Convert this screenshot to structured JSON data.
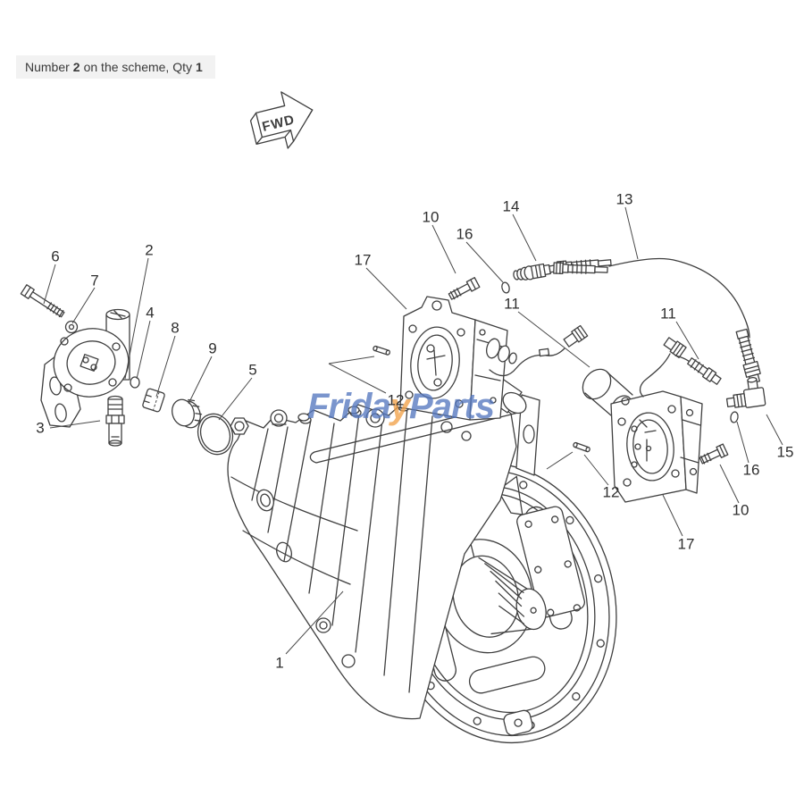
{
  "info_label": {
    "prefix": "Number",
    "part_number": "2",
    "middle": "on the scheme, Qty",
    "qty": "1"
  },
  "fwd_arrow": {
    "label": "FWD"
  },
  "watermark": {
    "first": "Frida",
    "accent": "y",
    "last": "Parts",
    "main_color": "#5578bf",
    "accent_color": "#f2a24a"
  },
  "diagram": {
    "line_color": "#3f3f3f",
    "label_color": "#2f2f2f",
    "background_color": "#ffffff",
    "label_box_color": "#f2f2f2"
  },
  "callouts": {
    "n1": "1",
    "n2": "2",
    "n3": "3",
    "n4": "4",
    "n5": "5",
    "n6": "6",
    "n7": "7",
    "n8": "8",
    "n9": "9",
    "n10_top": "10",
    "n10_right": "10",
    "n11_top": "11",
    "n11_right": "11",
    "n12_top": "12",
    "n12_right": "12",
    "n13": "13",
    "n14": "14",
    "n15": "15",
    "n16_top": "16",
    "n16_right": "16",
    "n17_top": "17",
    "n17_right": "17"
  }
}
